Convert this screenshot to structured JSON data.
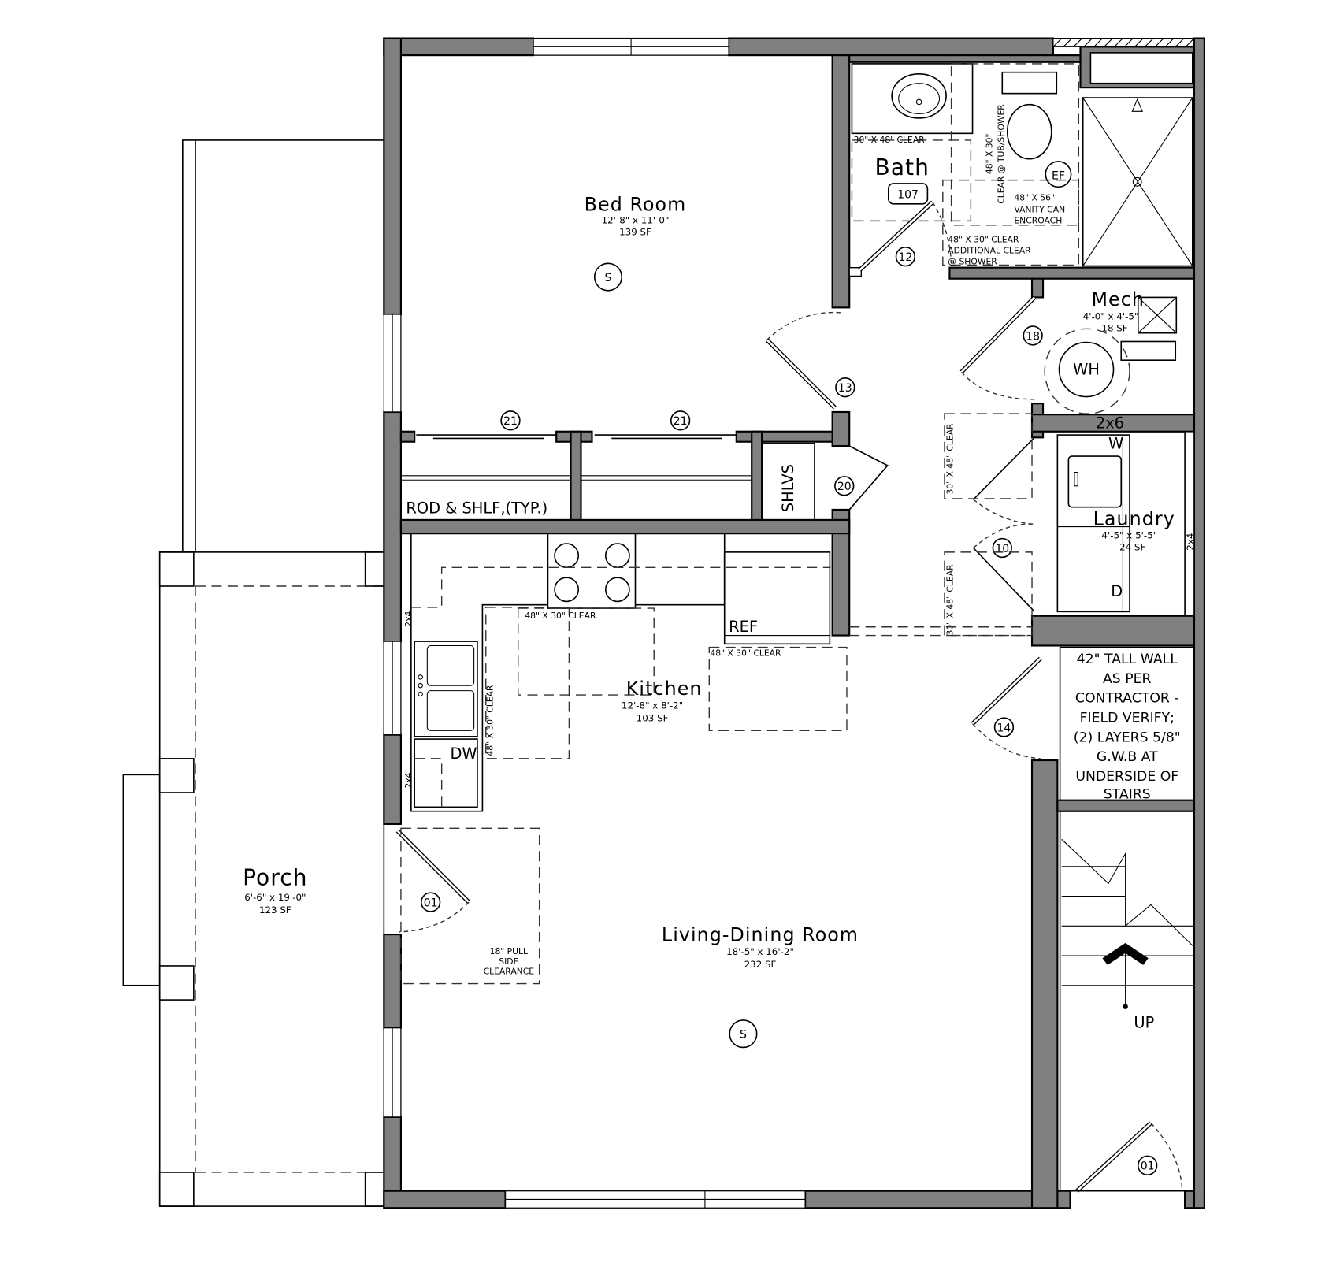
{
  "rooms": {
    "bedroom": {
      "name": "Bed Room",
      "dims": "12'-8\" x 11'-0\"",
      "area": "139 SF"
    },
    "bath": {
      "name": "Bath",
      "number": "107"
    },
    "mech": {
      "name": "Mech",
      "dims": "4'-0\" x 4'-5\"",
      "area": "18 SF"
    },
    "laundry": {
      "name": "Laundry",
      "dims": "4'-5\" x 5'-5\"",
      "area": "24 SF"
    },
    "kitchen": {
      "name": "Kitchen",
      "dims": "12'-8\" x 8'-2\"",
      "area": "103 SF"
    },
    "living": {
      "name": "Living-Dining Room",
      "dims": "18'-5\" x 16'-2\"",
      "area": "232 SF"
    },
    "porch": {
      "name": "Porch",
      "dims": "6'-6\" x 19'-0\"",
      "area": "123 SF"
    }
  },
  "notes": {
    "bath_clear_1": "30\" X 48\" CLEAR",
    "bath_clear_2a": "48\" X 30\"",
    "bath_clear_2b": "CLEAR @ TUB/SHOWER",
    "vanity": [
      "48\" X 56\"",
      "VANITY CAN",
      "ENCROACH"
    ],
    "additional": [
      "48\" X 30\" CLEAR",
      "ADDITIONAL CLEAR",
      "@ SHOWER"
    ],
    "closet": "ROD & SHLF,(TYP.)",
    "shelves": "SHLVS",
    "kitchen_clear_1": "48\" X 30\" CLEAR",
    "kitchen_clear_2": "48\" X 30\" CLEAR",
    "kitchen_clear_3": "48\" X 30\" CLEAR",
    "hall_clear_1": "30\" X 48\" CLEAR",
    "hall_clear_2": "30\" X 48\" CLEAR",
    "pull_side": [
      "18\" PULL",
      "SIDE",
      "CLEARANCE"
    ],
    "wall_note": [
      "42\" TALL WALL",
      "AS PER",
      "CONTRACTOR -",
      "FIELD VERIFY;",
      "(2) LAYERS 5/8\"",
      "G.W.B AT",
      "UNDERSIDE OF",
      "STAIRS"
    ],
    "stud_2x6": "2x6",
    "stud_2x4": "2x4",
    "up": "UP"
  },
  "fixtures": {
    "washer": "W",
    "dryer": "D",
    "water_heater": "WH",
    "exhaust_fan": "EF",
    "refrigerator": "REF",
    "dishwasher": "DW",
    "smoke_detector": "S"
  },
  "door_tags": {
    "d01_front": "01",
    "d01_stair": "01",
    "d12": "12",
    "d13": "13",
    "d14": "14",
    "d10": "10",
    "d18": "18",
    "d20": "20",
    "d21a": "21",
    "d21b": "21"
  }
}
